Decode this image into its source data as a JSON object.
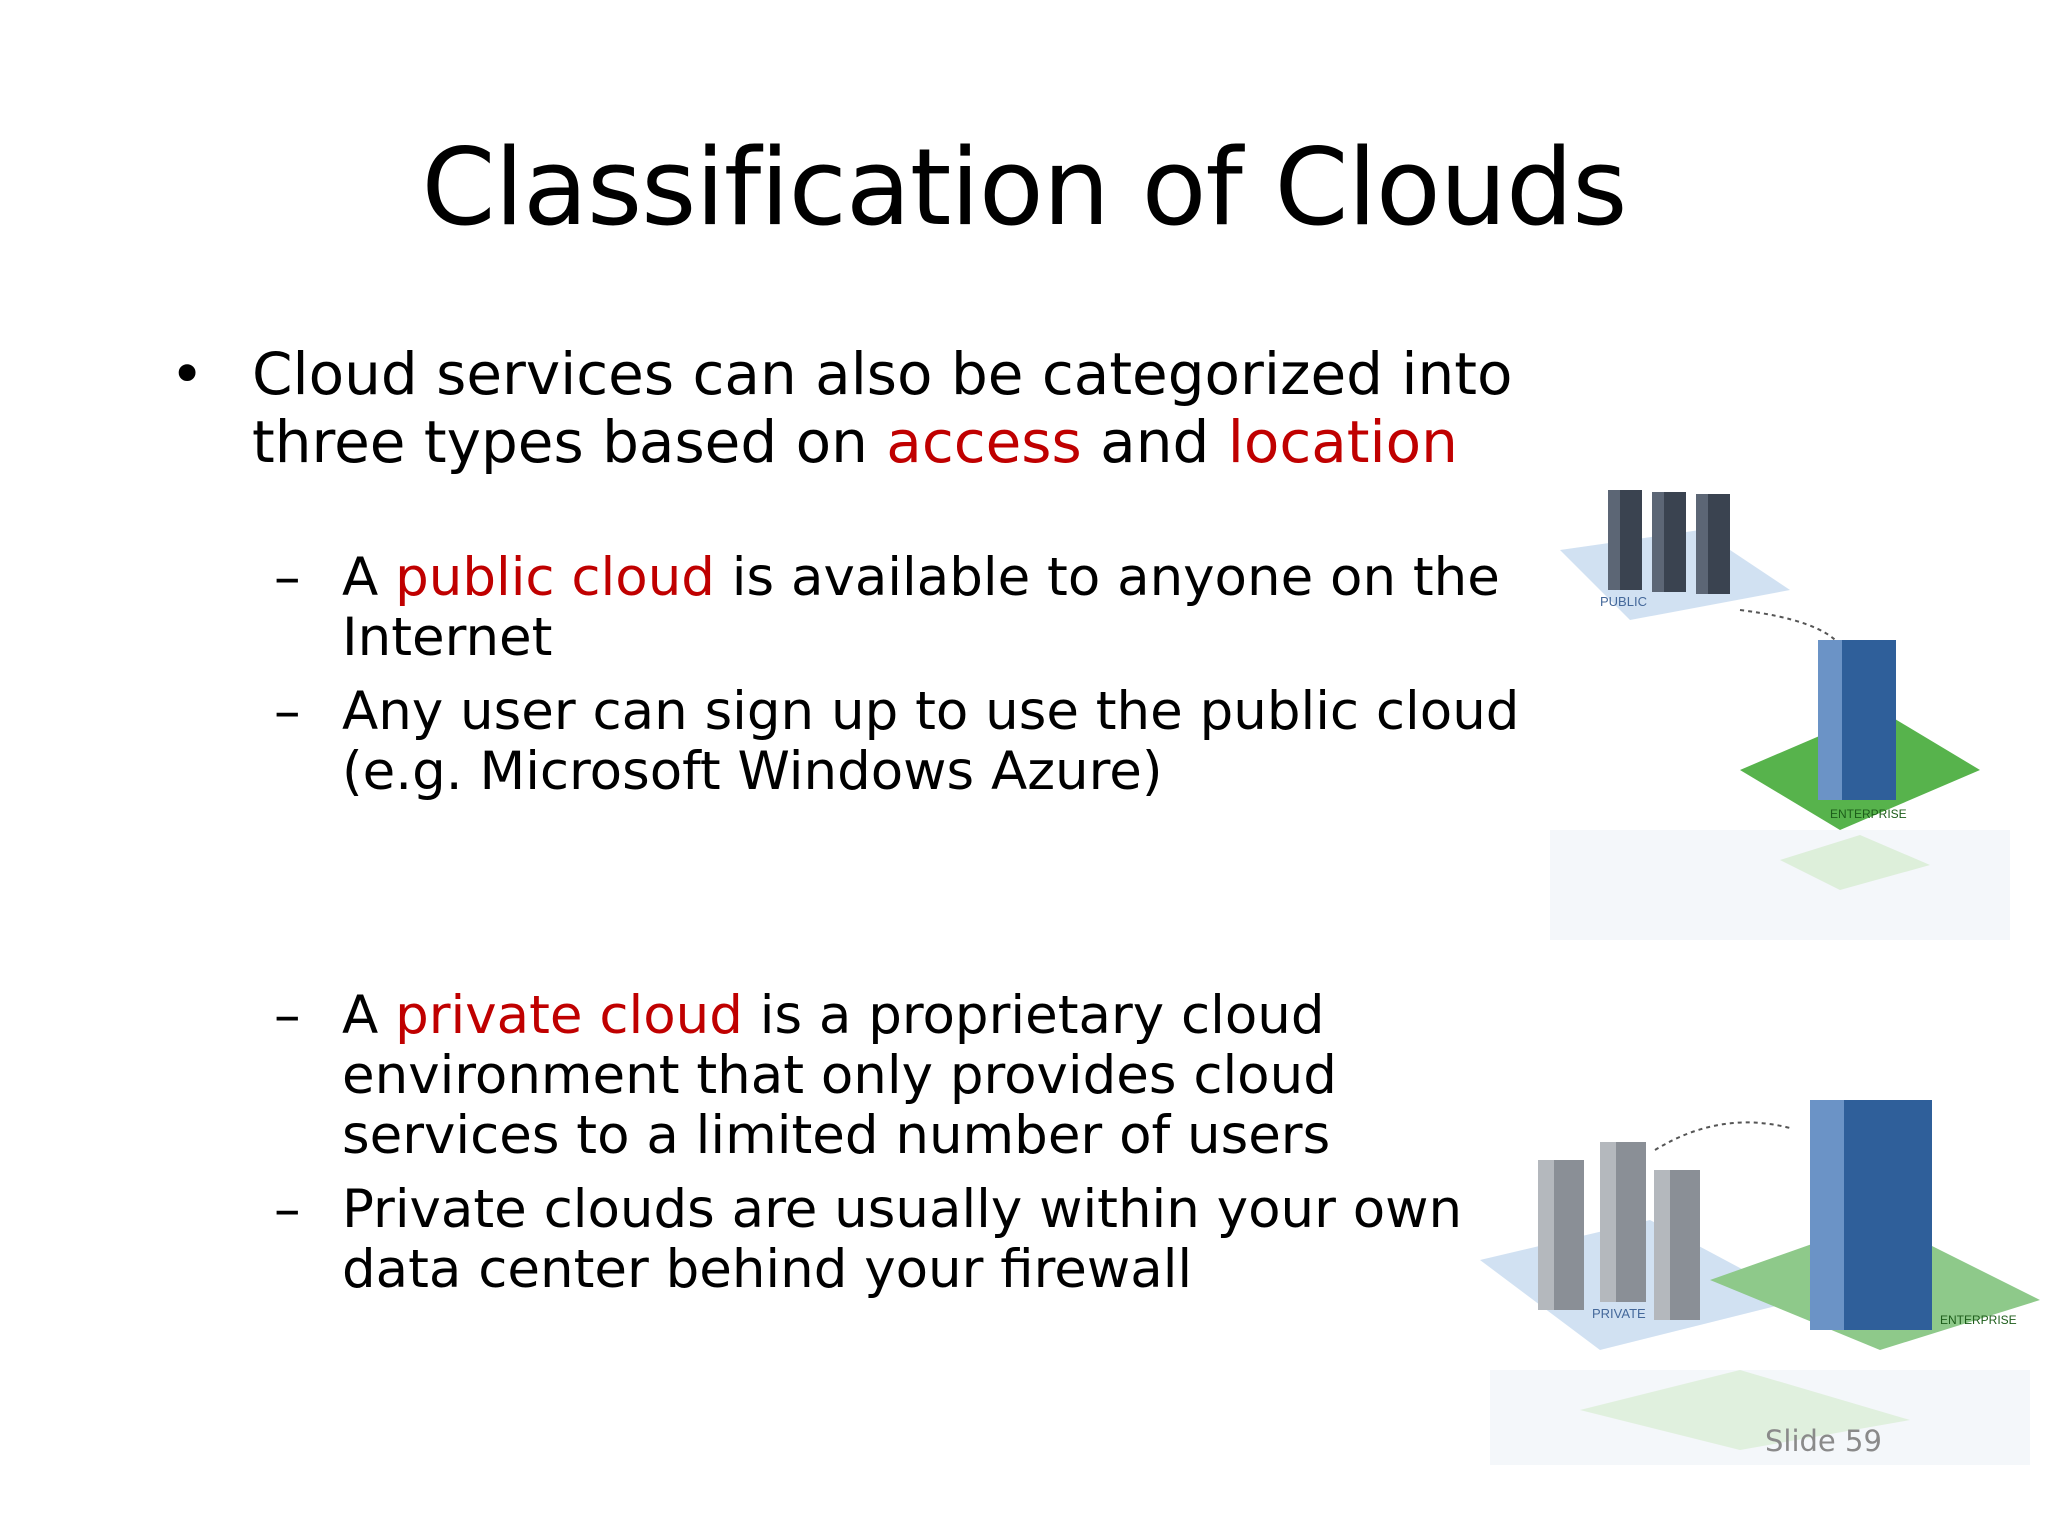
{
  "slide": {
    "title": "Classification of Clouds",
    "bullet": {
      "part1": "Cloud services can also be categorized into three types based on ",
      "keyword1": "access",
      "part2": " and ",
      "keyword2": "location"
    },
    "public_items": [
      {
        "pre": "A ",
        "keyword": "public cloud",
        "post": " is available to anyone on the Internet"
      },
      {
        "pre": "",
        "keyword": "",
        "post": "Any user can sign up to use the public cloud (e.g. Microsoft Windows Azure)"
      }
    ],
    "private_items": [
      {
        "pre": "A ",
        "keyword": "private cloud",
        "post": " is a proprietary cloud environment that only provides cloud services to a limited number of users"
      },
      {
        "pre": "",
        "keyword": "",
        "post": "Private clouds are usually within your own data center behind your firewall"
      }
    ],
    "illustrations": {
      "public_label": "PUBLIC",
      "enterprise_label": "ENTERPRISE",
      "private_label": "PRIVATE",
      "enterprise_label_2": "ENTERPRISE"
    },
    "slide_number": "Slide 59",
    "colors": {
      "keyword": "#c00000",
      "enterprise_pad": "#55b04a",
      "building": "#2f5f9a",
      "server": "#333a44"
    }
  }
}
